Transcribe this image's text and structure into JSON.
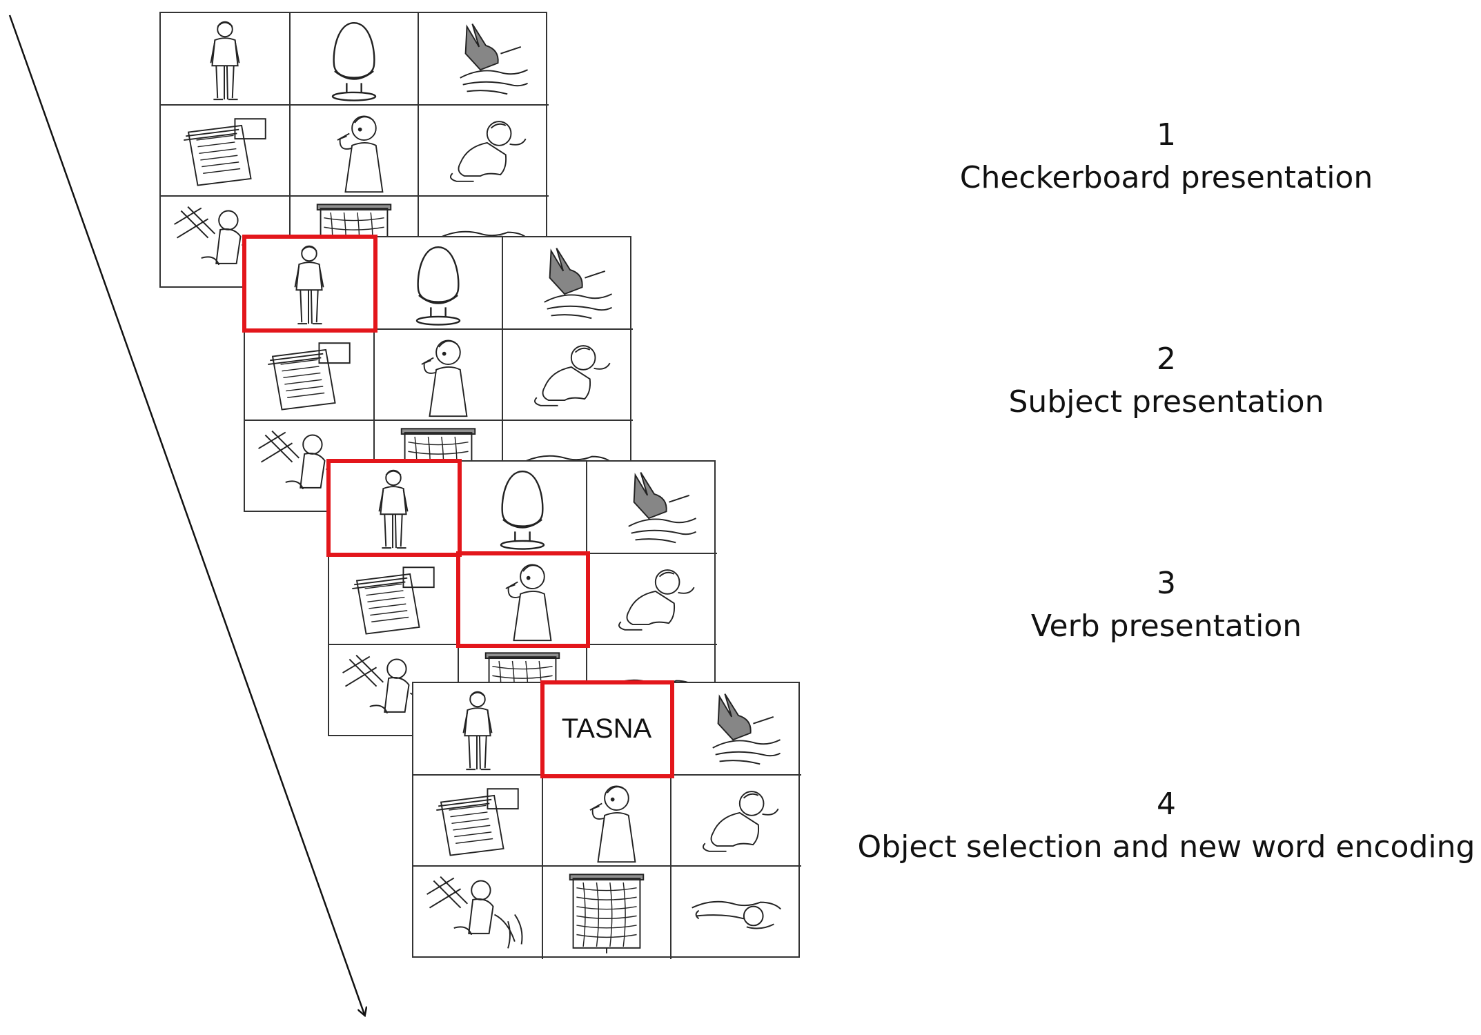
{
  "steps": [
    {
      "number": "1",
      "label": "Checkerboard presentation"
    },
    {
      "number": "2",
      "label": "Subject presentation"
    },
    {
      "number": "3",
      "label": "Verb presentation"
    },
    {
      "number": "4",
      "label": "Object selection and new word encoding"
    }
  ],
  "grid": {
    "rows": 3,
    "cols": 3,
    "pictures": [
      "boy-standing",
      "egg-in-cup",
      "bird-on-hand",
      "newspaper",
      "boy-eating",
      "baby-crawling",
      "gardener",
      "window-blind",
      "hand-with-ball"
    ]
  },
  "new_word": "TASNA",
  "colors": {
    "highlight": "#e3161b",
    "ink": "#222222"
  }
}
